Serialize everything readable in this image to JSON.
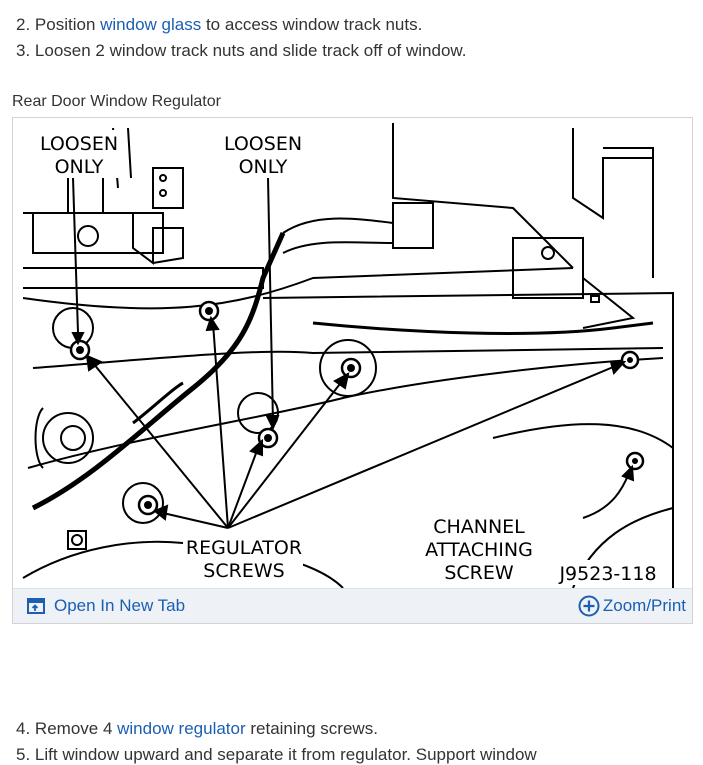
{
  "steps": {
    "s2": {
      "num": "2.",
      "pre": "Position ",
      "link": "window glass",
      "post": " to access window track nuts."
    },
    "s3": {
      "num": "3.",
      "pre": "Loosen 2 window track nuts and slide track off of window."
    },
    "s4": {
      "num": "4.",
      "pre": "Remove 4 ",
      "link": "window regulator",
      "post": " retaining screws."
    },
    "s5": {
      "num": "5.",
      "pre": "Lift window upward and separate it from regulator. Support window"
    }
  },
  "figure": {
    "caption": "Rear Door Window Regulator",
    "labels": {
      "loosen1a": "LOOSEN",
      "loosen1b": "ONLY",
      "loosen2a": "LOOSEN",
      "loosen2b": "ONLY",
      "reg_a": "REGULATOR",
      "reg_b": "SCREWS",
      "ch_a": "CHANNEL",
      "ch_b": "ATTACHING",
      "ch_c": "SCREW",
      "fig_id": "J9523-118"
    },
    "toolbar": {
      "open_tab": "Open In New Tab",
      "zoom_print": "Zoom/Print"
    }
  },
  "colors": {
    "link": "#1a5fb4",
    "text": "#333333",
    "toolbar_bg": "#eef1f5"
  },
  "icons": {
    "open_tab": "open-new-tab-icon",
    "zoom": "plus-circle-icon"
  }
}
